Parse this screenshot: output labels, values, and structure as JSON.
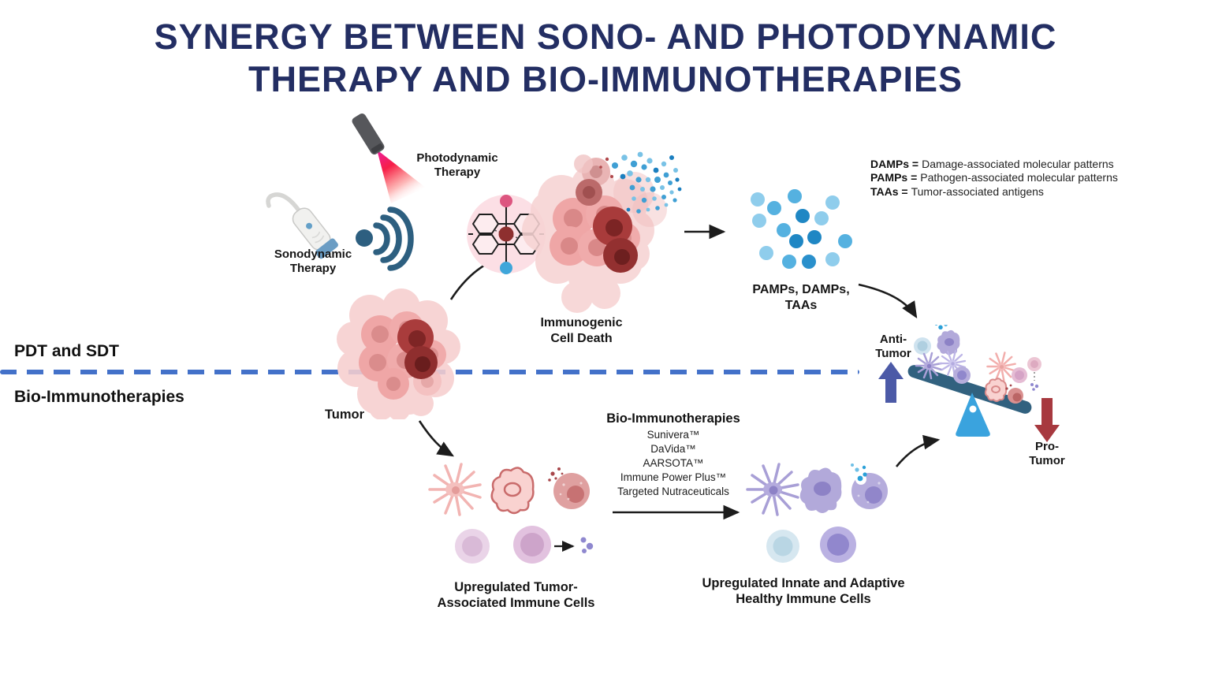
{
  "title": {
    "line1": "SYNERGY BETWEEN SONO- AND PHOTODYNAMIC",
    "line2": "THERAPY AND BIO-IMMUNOTHERAPIES"
  },
  "legend": {
    "items": [
      {
        "abbr": "DAMPs =",
        "definition": "Damage-associated molecular patterns"
      },
      {
        "abbr": "PAMPs =",
        "definition": "Pathogen-associated molecular patterns"
      },
      {
        "abbr": "TAAs =",
        "definition": "Tumor-associated antigens"
      }
    ]
  },
  "sections": {
    "top_label": "PDT and SDT",
    "bottom_label": "Bio-Immunotherapies"
  },
  "therapies": {
    "photodynamic_label": "Photodynamic Therapy",
    "sonodynamic_label": "Sonodynamic Therapy"
  },
  "pathway": {
    "tumor_label": "Tumor",
    "icd_label": "Immunogenic Cell Death",
    "released_signals_label": "PAMPs, DAMPs, TAAs",
    "tumor_immune_cells_label": "Upregulated Tumor-Associated Immune Cells",
    "healthy_immune_cells_label": "Upregulated Innate and Adaptive Healthy Immune Cells"
  },
  "bio_immunotherapies": {
    "heading": "Bio-Immunotherapies",
    "products": [
      "Sunivera™",
      "DaVida™",
      "AARSOTA™",
      "Immune Power Plus™",
      "Targeted Nutraceuticals"
    ]
  },
  "balance": {
    "anti_label": "Anti-Tumor",
    "pro_label": "Pro-Tumor"
  },
  "colors": {
    "title_navy": "#232e63",
    "divider_blue": "#4371c9",
    "anti_tumor_arrow": "#4c5aa7",
    "pro_tumor_arrow": "#a7393f",
    "balance_beam_teal": "#31617f",
    "fulcrum_blue": "#3aa3de",
    "signal_dot_blue": "#4da6d9",
    "sound_wave_teal": "#2d5f80",
    "laser_beam_red": "#f61e48"
  }
}
